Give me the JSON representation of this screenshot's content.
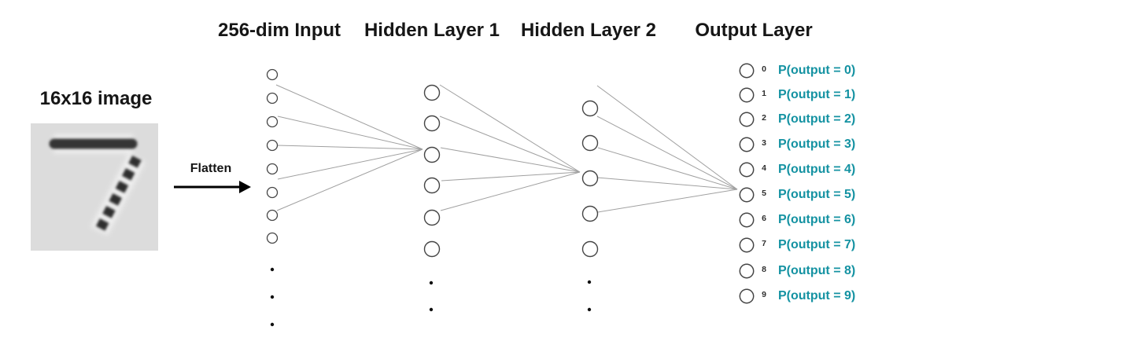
{
  "diagram": {
    "left_panel": {
      "image_caption": "16x16 image",
      "flatten_label": "Flatten",
      "flatten_arrow_icon": "arrow-right",
      "digit_shown": "7"
    },
    "headers": [
      {
        "label": "256-dim Input"
      },
      {
        "label": "Hidden Layer 1"
      },
      {
        "label": "Hidden Layer 2"
      },
      {
        "label": "Output Layer"
      }
    ],
    "layer_summary": {
      "input_visible_nodes": 8,
      "input_ellipsis_dots": 3,
      "hidden1_visible_nodes": 6,
      "hidden1_ellipsis_dots": 2,
      "hidden2_visible_nodes": 5,
      "hidden2_ellipsis_dots": 2,
      "output_visible_nodes": 10
    },
    "output_nodes": [
      {
        "index": "0",
        "label": "P(output = 0)"
      },
      {
        "index": "1",
        "label": "P(output = 1)"
      },
      {
        "index": "2",
        "label": "P(output = 2)"
      },
      {
        "index": "3",
        "label": "P(output = 3)"
      },
      {
        "index": "4",
        "label": "P(output = 4)"
      },
      {
        "index": "5",
        "label": "P(output = 5)"
      },
      {
        "index": "6",
        "label": "P(output = 6)"
      },
      {
        "index": "7",
        "label": "P(output = 7)"
      },
      {
        "index": "8",
        "label": "P(output = 8)"
      },
      {
        "index": "9",
        "label": "P(output = 9)"
      }
    ],
    "colors": {
      "probability_label": "#1492a2",
      "edge": "#a0a0a0",
      "node_stroke": "#454545",
      "image_background": "#dcdcdc",
      "digit_color": "#343434",
      "text": "#161616"
    }
  }
}
